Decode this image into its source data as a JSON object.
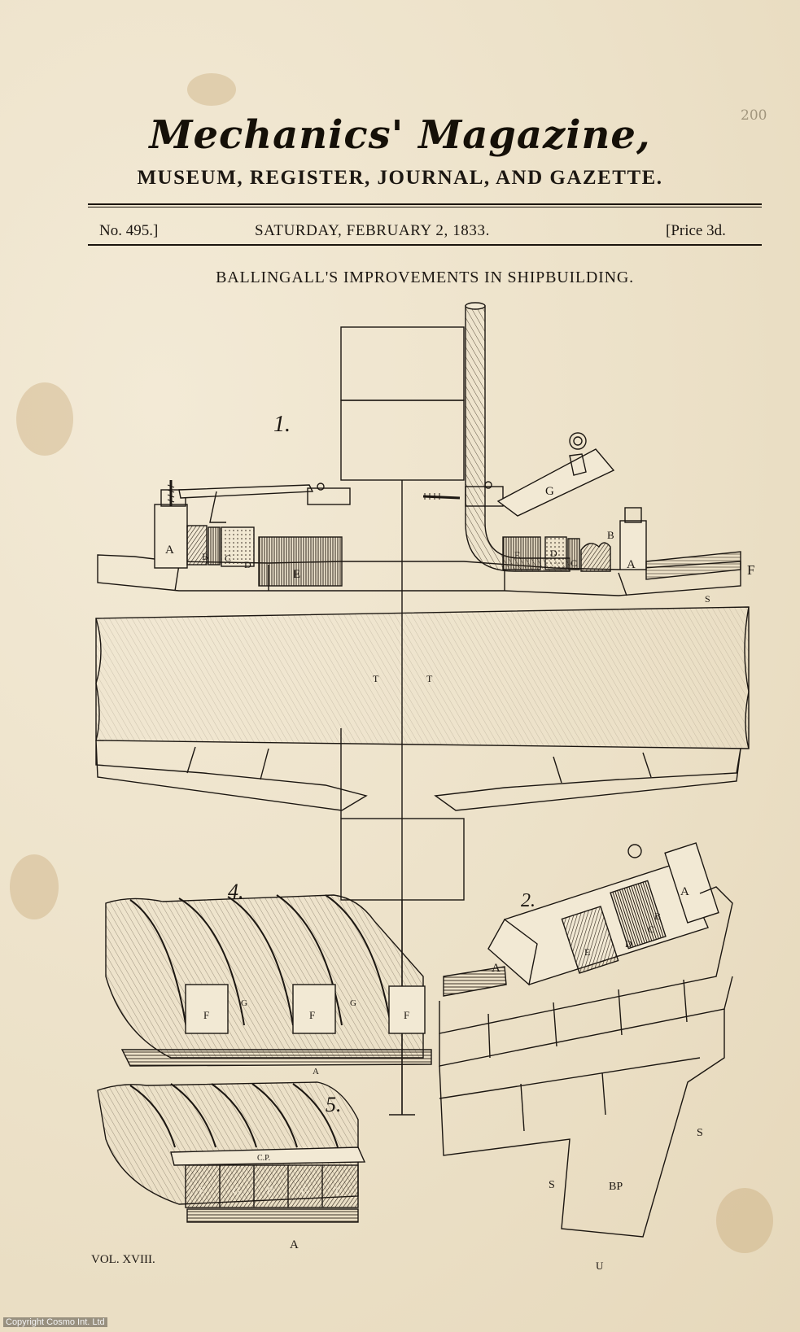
{
  "masthead": {
    "title": "Mechanics' Magazine,",
    "subtitle": "MUSEUM, REGISTER, JOURNAL, AND GAZETTE."
  },
  "issue": {
    "number": "No. 495.]",
    "date": "SATURDAY, FEBRUARY 2, 1833.",
    "price": "[Price 3d."
  },
  "article": {
    "title": "BALLINGALL'S IMPROVEMENTS IN SHIPBUILDING."
  },
  "figures": {
    "fig1": {
      "number": "1.",
      "labels": {
        "A": "A",
        "B": "B",
        "C": "C",
        "D": "D",
        "E": "E",
        "F": "F",
        "G": "G",
        "T": "T",
        "S": "S"
      }
    },
    "fig2": {
      "number": "2.",
      "labels": {
        "A": "A",
        "B": "B",
        "C": "C",
        "D": "D",
        "E": "E",
        "S": "S",
        "BP": "BP",
        "U": "U"
      }
    },
    "fig4": {
      "number": "4.",
      "labels": {
        "F": "F",
        "G": "G",
        "A": "A"
      }
    },
    "fig5": {
      "number": "5.",
      "labels": {
        "CP": "C.P.",
        "F": "F",
        "G": "G",
        "T": "T",
        "A": "A"
      }
    }
  },
  "footer": {
    "volume": "VOL. XVIII."
  },
  "page_number": "200",
  "copyright": "Copyright Cosmo Int. Ltd"
}
